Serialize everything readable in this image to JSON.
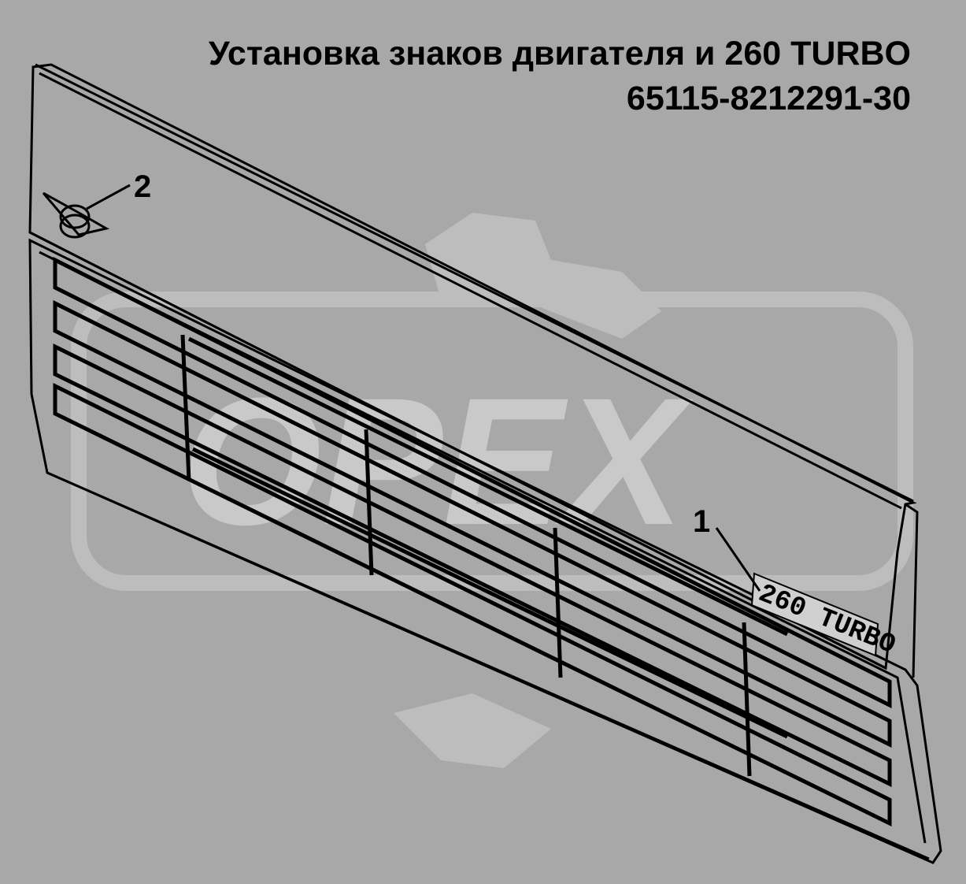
{
  "title": {
    "line1": "Установка знаков двигателя и 260 TURBO",
    "line2": "65115-8212291-30"
  },
  "callouts": [
    {
      "number": "1"
    },
    {
      "number": "2"
    }
  ],
  "badge_text": "260 TURBO",
  "watermark_text": "OPEX",
  "colors": {
    "background": "#a8a8a8",
    "watermark": "#bdbdbd",
    "line": "#000000"
  }
}
